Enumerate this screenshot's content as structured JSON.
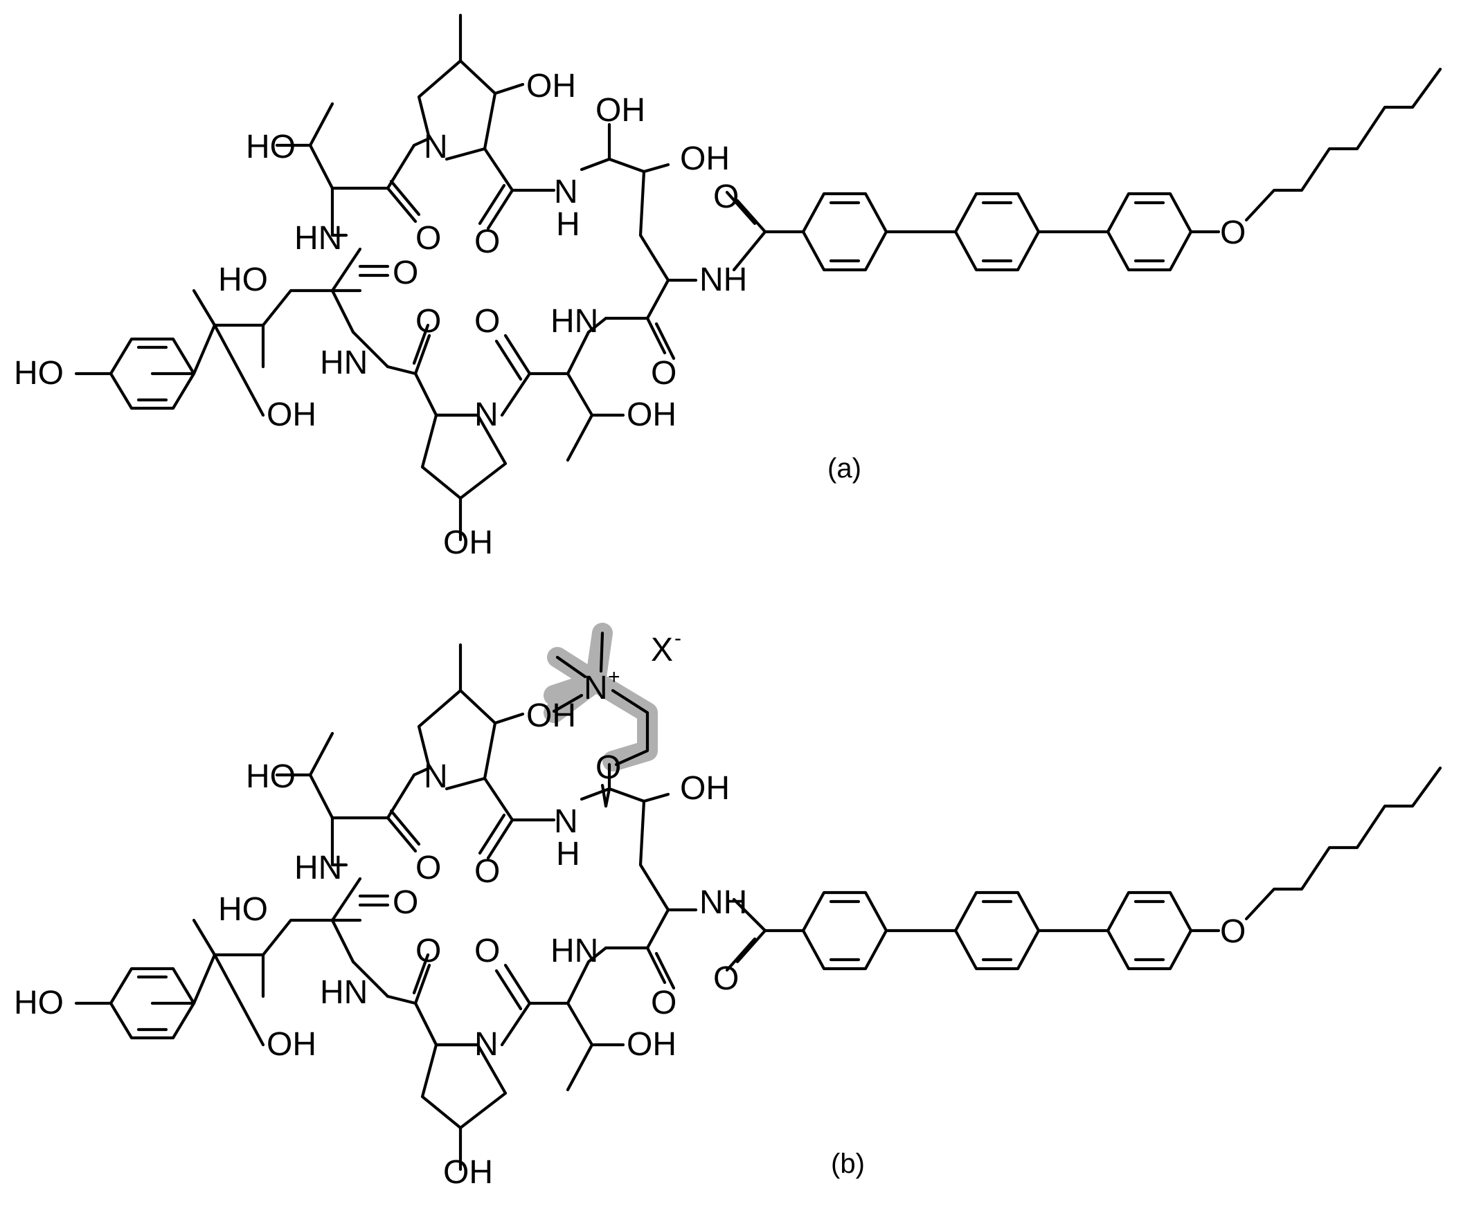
{
  "figure": {
    "panels": [
      {
        "label": "(a)",
        "atoms": {
          "top_oh": "OH",
          "oh_a": "OH",
          "ho_thr": "HO",
          "n_pro": "N",
          "nh_amide": "N",
          "nh_h": "H",
          "oh_b": "OH",
          "o_carb1": "O",
          "o_carb2": "O",
          "o_side": "O",
          "hn_1": "HN",
          "o_3": "O",
          "nh_side": "NH",
          "o_ether": "O",
          "ho_2": "HO",
          "hn_2": "HN",
          "o_4": "O",
          "o_5": "O",
          "hn_3": "HN",
          "o_6": "O",
          "ho_phenol": "HO",
          "oh_diol": "OH",
          "n_pro2": "N",
          "oh_thr2": "OH",
          "oh_bottom": "OH"
        }
      },
      {
        "label": "(b)",
        "counterion": "X",
        "counterion_charge": "-",
        "ammonium": "N",
        "ammonium_charge": "+",
        "atoms": {
          "top_oh": "OH",
          "ho_thr": "HO",
          "n_pro": "N",
          "nh_amide": "N",
          "nh_h": "H",
          "o_link": "O",
          "oh_b": "OH",
          "o_carb1": "O",
          "o_carb2": "O",
          "o_side": "O",
          "hn_1": "HN",
          "o_3": "O",
          "nh_side": "NH",
          "o_ether": "O",
          "ho_2": "HO",
          "hn_2": "HN",
          "o_4": "O",
          "o_5": "O",
          "hn_3": "HN",
          "o_6": "O",
          "ho_phenol": "HO",
          "oh_diol": "OH",
          "n_pro2": "N",
          "oh_thr2": "OH",
          "oh_bottom": "OH"
        }
      }
    ]
  }
}
